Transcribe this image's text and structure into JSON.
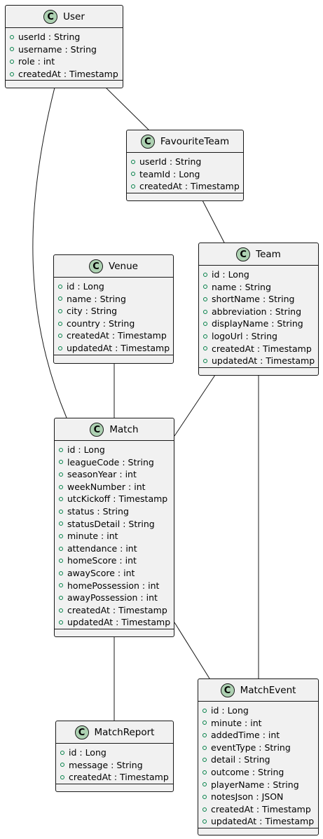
{
  "diagram": {
    "classes": [
      {
        "id": "user",
        "badge": "C",
        "name": "User",
        "attributes": [
          "userId : String",
          "username : String",
          "role : int",
          "createdAt : Timestamp"
        ]
      },
      {
        "id": "favouriteteam",
        "badge": "C",
        "name": "FavouriteTeam",
        "attributes": [
          "userId : String",
          "teamId : Long",
          "createdAt : Timestamp"
        ]
      },
      {
        "id": "venue",
        "badge": "C",
        "name": "Venue",
        "attributes": [
          "id : Long",
          "name : String",
          "city : String",
          "country : String",
          "createdAt : Timestamp",
          "updatedAt : Timestamp"
        ]
      },
      {
        "id": "team",
        "badge": "C",
        "name": "Team",
        "attributes": [
          "id : Long",
          "name : String",
          "shortName : String",
          "abbreviation : String",
          "displayName : String",
          "logoUrl : String",
          "createdAt : Timestamp",
          "updatedAt : Timestamp"
        ]
      },
      {
        "id": "match",
        "badge": "C",
        "name": "Match",
        "attributes": [
          "id : Long",
          "leagueCode : String",
          "seasonYear : int",
          "weekNumber : int",
          "utcKickoff : Timestamp",
          "status : String",
          "statusDetail : String",
          "minute : int",
          "attendance : int",
          "homeScore : int",
          "awayScore : int",
          "homePossession : int",
          "awayPossession : int",
          "createdAt : Timestamp",
          "updatedAt : Timestamp"
        ]
      },
      {
        "id": "matchreport",
        "badge": "C",
        "name": "MatchReport",
        "attributes": [
          "id : Long",
          "message : String",
          "createdAt : Timestamp"
        ]
      },
      {
        "id": "matchevent",
        "badge": "C",
        "name": "MatchEvent",
        "attributes": [
          "id : Long",
          "minute : int",
          "addedTime : int",
          "eventType : String",
          "detail : String",
          "outcome : String",
          "playerName : String",
          "notesJson : JSON",
          "createdAt : Timestamp",
          "updatedAt : Timestamp"
        ]
      }
    ],
    "relations": [
      {
        "from": "user",
        "to": "favouriteteam"
      },
      {
        "from": "favouriteteam",
        "to": "team"
      },
      {
        "from": "user",
        "to": "match"
      },
      {
        "from": "venue",
        "to": "match"
      },
      {
        "from": "team",
        "to": "match"
      },
      {
        "from": "team",
        "to": "matchevent"
      },
      {
        "from": "match",
        "to": "matchevent"
      },
      {
        "from": "match",
        "to": "matchreport"
      }
    ]
  }
}
